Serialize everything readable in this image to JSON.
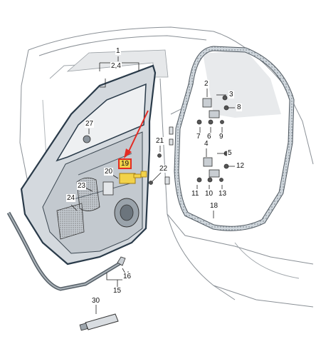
{
  "highlight_color": "#e32b24",
  "highlight_fill": "#f2d24a",
  "parts": [
    {
      "id": "p1",
      "label": "1"
    },
    {
      "id": "p24a",
      "label": "2,4"
    },
    {
      "id": "p2",
      "label": "2"
    },
    {
      "id": "p3",
      "label": "3"
    },
    {
      "id": "p8",
      "label": "8"
    },
    {
      "id": "p7",
      "label": "7"
    },
    {
      "id": "p6",
      "label": "6"
    },
    {
      "id": "p9",
      "label": "9"
    },
    {
      "id": "p4",
      "label": "4"
    },
    {
      "id": "p5",
      "label": "5"
    },
    {
      "id": "p12",
      "label": "12"
    },
    {
      "id": "p11",
      "label": "11"
    },
    {
      "id": "p10",
      "label": "10"
    },
    {
      "id": "p13",
      "label": "13"
    },
    {
      "id": "p18",
      "label": "18"
    },
    {
      "id": "p27",
      "label": "27"
    },
    {
      "id": "p21",
      "label": "21"
    },
    {
      "id": "p22",
      "label": "22"
    },
    {
      "id": "p19",
      "label": "19"
    },
    {
      "id": "p20",
      "label": "20"
    },
    {
      "id": "p23",
      "label": "23"
    },
    {
      "id": "p24",
      "label": "24"
    },
    {
      "id": "p15",
      "label": "15"
    },
    {
      "id": "p16",
      "label": "16"
    },
    {
      "id": "p30",
      "label": "30"
    }
  ]
}
